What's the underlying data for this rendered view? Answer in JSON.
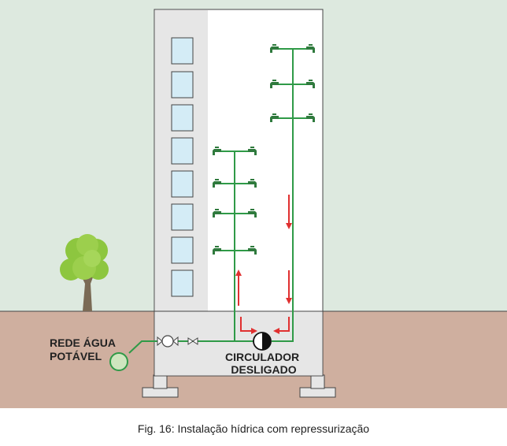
{
  "labels": {
    "water_network": [
      "REDE ÁGUA",
      "POTÁVEL"
    ],
    "circulator": [
      "CIRCULADOR",
      "DESLIGADO"
    ]
  },
  "caption": "Fig. 16: Instalação hídrica com repressurização",
  "colors": {
    "sky": "#dde9df",
    "ground": "#cfaf9f",
    "building": "#ffffff",
    "building_side": "#e6e6e6",
    "window": "#d4ecf6",
    "pipe": "#2f9a47",
    "arrow": "#e03030",
    "tap": "#2f7a3d",
    "tree_leaf": "#8dc63f",
    "tree_trunk": "#7a6a55"
  },
  "icons": [
    "tap-icon",
    "pump-icon",
    "valve-icon",
    "flow-meter-icon",
    "tree-icon",
    "water-main-icon"
  ]
}
